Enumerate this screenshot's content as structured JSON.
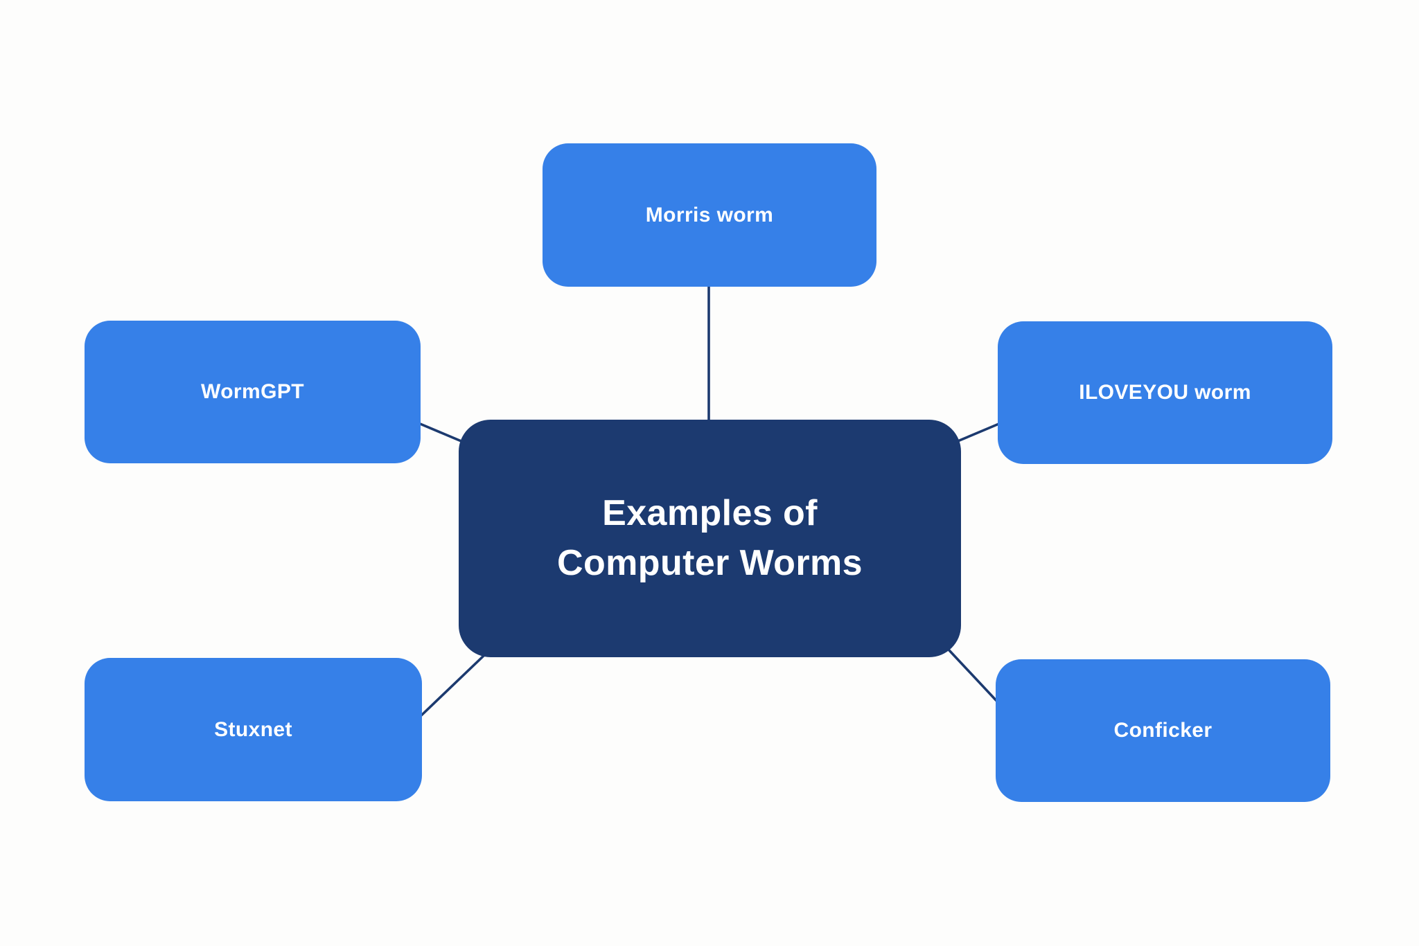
{
  "diagram": {
    "center": {
      "lines": [
        "Examples of",
        "Computer Worms"
      ]
    },
    "nodes": [
      {
        "id": "morris-worm",
        "label": "Morris worm"
      },
      {
        "id": "wormgpt",
        "label": "WormGPT"
      },
      {
        "id": "iloveyou-worm",
        "label": "ILOVEYOU worm"
      },
      {
        "id": "stuxnet",
        "label": "Stuxnet"
      },
      {
        "id": "conficker",
        "label": "Conficker"
      }
    ]
  },
  "colors": {
    "background": "#FDFDFC",
    "node_blue": "#3680E8",
    "center_navy": "#1C3A70",
    "connector_navy": "#1C3A6F",
    "text_white": "#FFFFFF"
  }
}
